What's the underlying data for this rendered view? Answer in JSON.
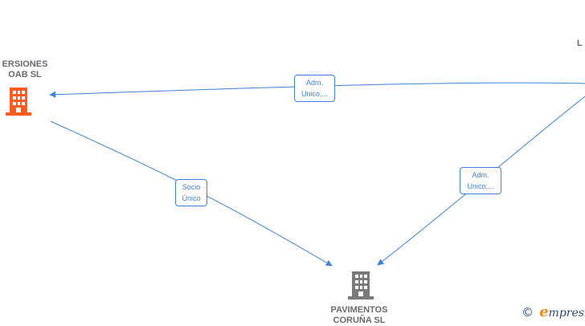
{
  "nodes": {
    "left_company": {
      "lines": [
        "ERSIONES",
        "OAB  SL"
      ],
      "icon": "building-icon",
      "color": "#ff5a1f"
    },
    "bottom_company": {
      "lines": [
        "PAVIMENTOS",
        "CORUÑA  SL"
      ],
      "icon": "building-icon",
      "color": "#7a7a7a"
    },
    "right_company": {
      "lines": [
        "L"
      ]
    }
  },
  "edges": [
    {
      "from": "right_company",
      "to": "left_company",
      "label": [
        "Adm.",
        "Unico,..."
      ]
    },
    {
      "from": "left_company",
      "to": "bottom_company",
      "label": [
        "Socio",
        "Único"
      ]
    },
    {
      "from": "right_company",
      "to": "bottom_company",
      "label": [
        "Adm.",
        "Unico,..."
      ]
    }
  ],
  "colors": {
    "edge": "#3d82d6"
  },
  "brand": {
    "copyright": "©",
    "initial": "e",
    "rest": "mpresia"
  }
}
